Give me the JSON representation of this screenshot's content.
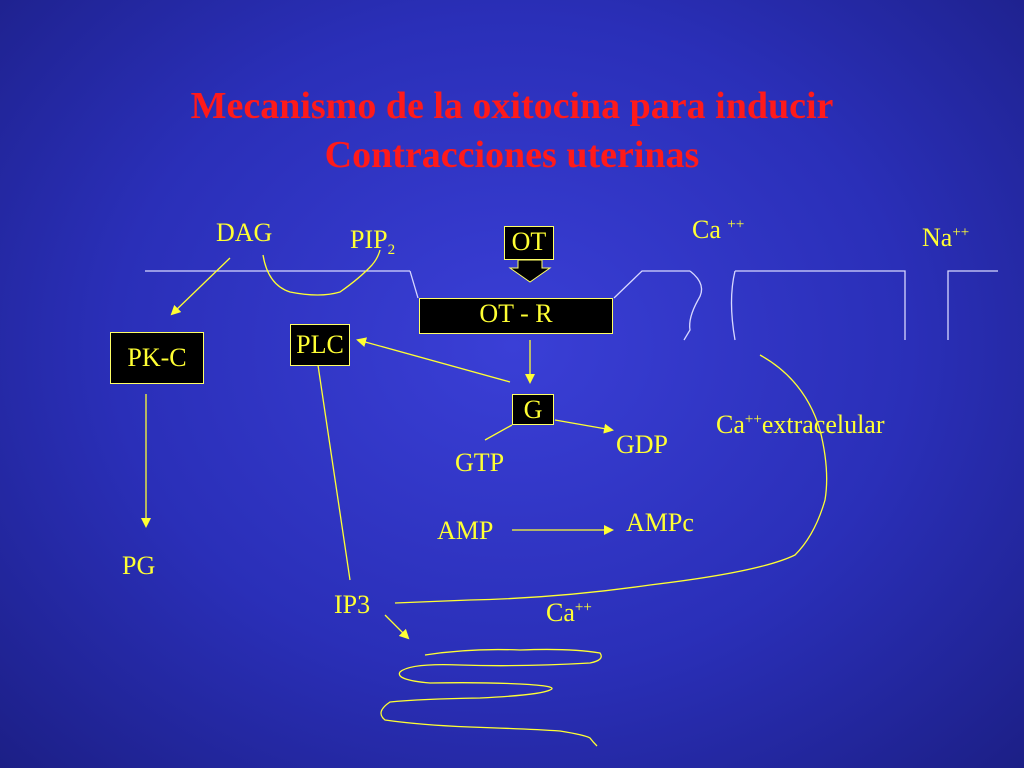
{
  "title": {
    "line1": "Mecanismo de la oxitocina para inducir",
    "line2": "Contracciones uterinas"
  },
  "labels": {
    "dag": "DAG",
    "pip_base": "PIP",
    "pip_sub": "2",
    "ca_top_base": "Ca",
    "ca_top_sup": "++",
    "na_base": "Na",
    "na_sup": "++",
    "ca_extra_base": "Ca",
    "ca_extra_sup": "++",
    "ca_extra_tail": "extracelular",
    "gdp": "GDP",
    "gtp": "GTP",
    "amp": "AMP",
    "ampc": "AMPc",
    "pg": "PG",
    "ip3": "IP3",
    "ca_bottom_base": "Ca",
    "ca_bottom_sup": "++"
  },
  "boxes": {
    "ot": "OT",
    "ot_r": "OT - R",
    "pkc": "PK-C",
    "plc": "PLC",
    "g": "G"
  },
  "colors": {
    "background": "#2a2fb8",
    "title": "#ff1a1a",
    "label": "#ffff33",
    "membrane": "#d8d8ff",
    "box_fill": "#000000"
  }
}
